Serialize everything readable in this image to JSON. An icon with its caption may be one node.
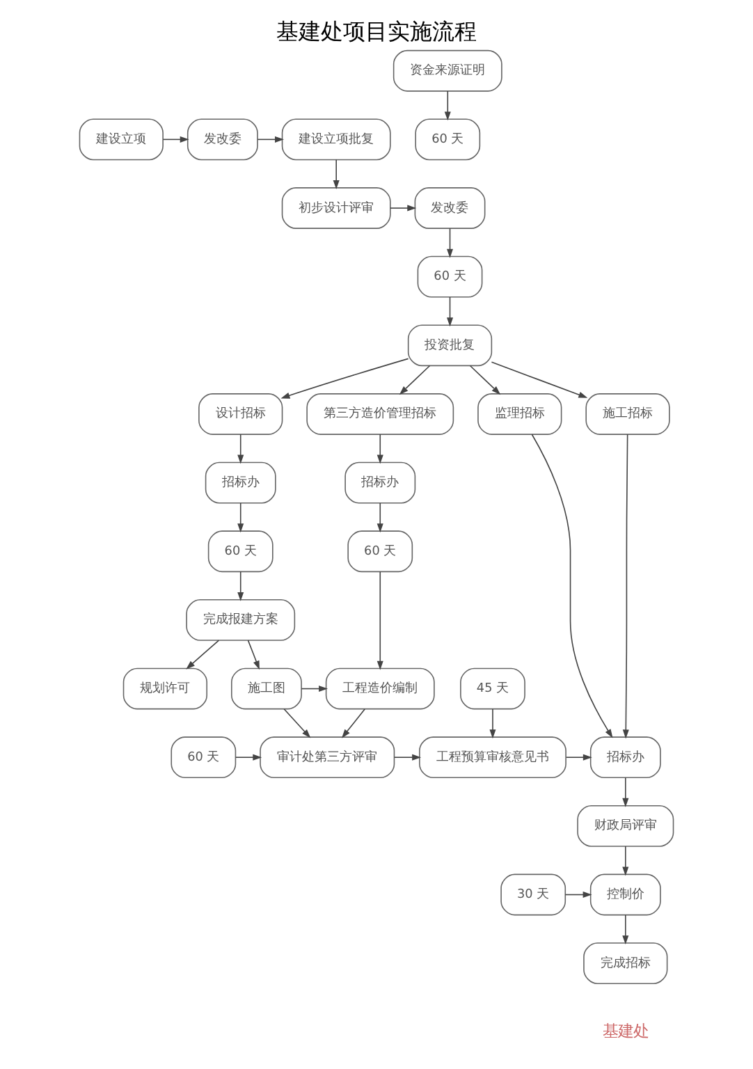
{
  "diagram": {
    "title": "基建处项目实施流程",
    "nodes": [
      {
        "text": [
          "建设立项"
        ]
      },
      {
        "text": [
          "发改委"
        ]
      },
      {
        "text": [
          "60 天"
        ]
      },
      {
        "text": [
          "资金来源证明"
        ]
      },
      {
        "text": [
          "建设立项批复"
        ]
      },
      {
        "text": [
          "初步设计评审"
        ]
      },
      {
        "text": [
          "发改委"
        ]
      },
      {
        "text": [
          "60 天"
        ]
      },
      {
        "text": [
          "投资批复"
        ]
      },
      {
        "text": [
          "设计招标"
        ]
      },
      {
        "text": [
          "第三方造价管理招标"
        ]
      },
      {
        "text": [
          "监理招标"
        ]
      },
      {
        "text": [
          "施工招标"
        ]
      },
      {
        "text": [
          "招标办"
        ]
      },
      {
        "text": [
          "招标办"
        ]
      },
      {
        "text": [
          "60 天"
        ]
      },
      {
        "text": [
          "60 天"
        ]
      },
      {
        "text": [
          "完成报建方案"
        ]
      },
      {
        "text": [
          "规划许可"
        ]
      },
      {
        "text": [
          "施工图"
        ]
      },
      {
        "text": [
          "工程造价编制"
        ]
      },
      {
        "text": [
          "60 天"
        ]
      },
      {
        "text": [
          "审计处第三方评审"
        ]
      },
      {
        "text": [
          "工程预算审核意见书"
        ]
      },
      {
        "text": [
          "45 天"
        ]
      },
      {
        "text": [
          "招标办"
        ]
      },
      {
        "text": [
          "财政局评审"
        ]
      },
      {
        "text": [
          "30 天"
        ]
      },
      {
        "text": [
          "控制价"
        ]
      },
      {
        "text": [
          "完成招标"
        ]
      }
    ],
    "edges": [
      {
        "from": 0,
        "to": 1,
        "arrow": "to"
      },
      {
        "from": 1,
        "to": 4,
        "arrow": "to"
      },
      {
        "from": 3,
        "to": 2,
        "arrow": "to"
      },
      {
        "from": 4,
        "to": 5,
        "arrow": "to"
      },
      {
        "from": 5,
        "to": 6,
        "arrow": "to"
      },
      {
        "from": 6,
        "to": 7,
        "arrow": "to"
      },
      {
        "from": 7,
        "to": 8,
        "arrow": "to"
      },
      {
        "from": 8,
        "to": 9,
        "arrow": "to"
      },
      {
        "from": 8,
        "to": 10,
        "arrow": "to"
      },
      {
        "from": 8,
        "to": 11,
        "arrow": "to"
      },
      {
        "from": 8,
        "to": 12,
        "arrow": "to"
      },
      {
        "from": 9,
        "to": 13,
        "arrow": "to"
      },
      {
        "from": 13,
        "to": 15,
        "arrow": "to"
      },
      {
        "from": 15,
        "to": 17,
        "arrow": "to"
      },
      {
        "from": 17,
        "to": 18,
        "arrow": "to"
      },
      {
        "from": 17,
        "to": 19,
        "arrow": "to"
      },
      {
        "from": 10,
        "to": 14,
        "arrow": "to"
      },
      {
        "from": 14,
        "to": 16,
        "arrow": "to"
      },
      {
        "from": 16,
        "to": 20,
        "arrow": "to"
      },
      {
        "from": 19,
        "to": 20,
        "arrow": "to"
      },
      {
        "from": 19,
        "to": 22,
        "arrow": "to"
      },
      {
        "from": 20,
        "to": 22,
        "arrow": "to"
      },
      {
        "from": 21,
        "to": 22,
        "arrow": "to"
      },
      {
        "from": 22,
        "to": 23,
        "arrow": "to"
      },
      {
        "from": 24,
        "to": 23,
        "arrow": "to"
      },
      {
        "from": 23,
        "to": 25,
        "arrow": "to"
      },
      {
        "from": 11,
        "to": 25,
        "arrow": "to"
      },
      {
        "from": 12,
        "to": 25,
        "arrow": "to"
      },
      {
        "from": 25,
        "to": 26,
        "arrow": "to"
      },
      {
        "from": 26,
        "to": 28,
        "arrow": "to"
      },
      {
        "from": 27,
        "to": 28,
        "arrow": "to"
      },
      {
        "from": 28,
        "to": 29,
        "arrow": "to"
      }
    ],
    "labels": [
      "基建处"
    ]
  }
}
